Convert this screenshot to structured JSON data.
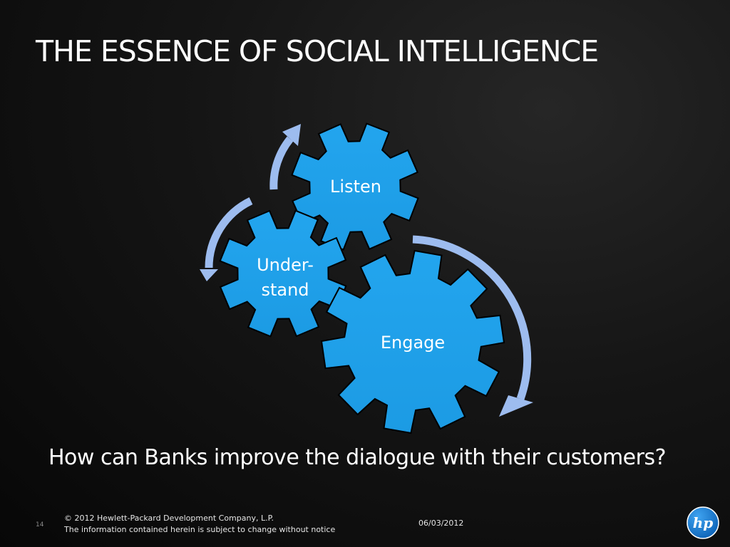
{
  "slide": {
    "title": "THE ESSENCE OF SOCIAL INTELLIGENCE",
    "question": "How can Banks improve the dialogue with their customers?"
  },
  "diagram": {
    "gears": [
      {
        "label_lines": [
          "Listen"
        ]
      },
      {
        "label_lines": [
          "Under-",
          "stand"
        ]
      },
      {
        "label_lines": [
          "Engage"
        ]
      }
    ],
    "gear_color": "#1c9be4",
    "arrow_color": "#9dbcef"
  },
  "footer": {
    "page_number": "14",
    "copyright_line1": "© 2012 Hewlett-Packard Development Company, L.P.",
    "copyright_line2": "The information contained herein is subject to change without notice",
    "date": "06/03/2012",
    "logo_text": "hp"
  }
}
